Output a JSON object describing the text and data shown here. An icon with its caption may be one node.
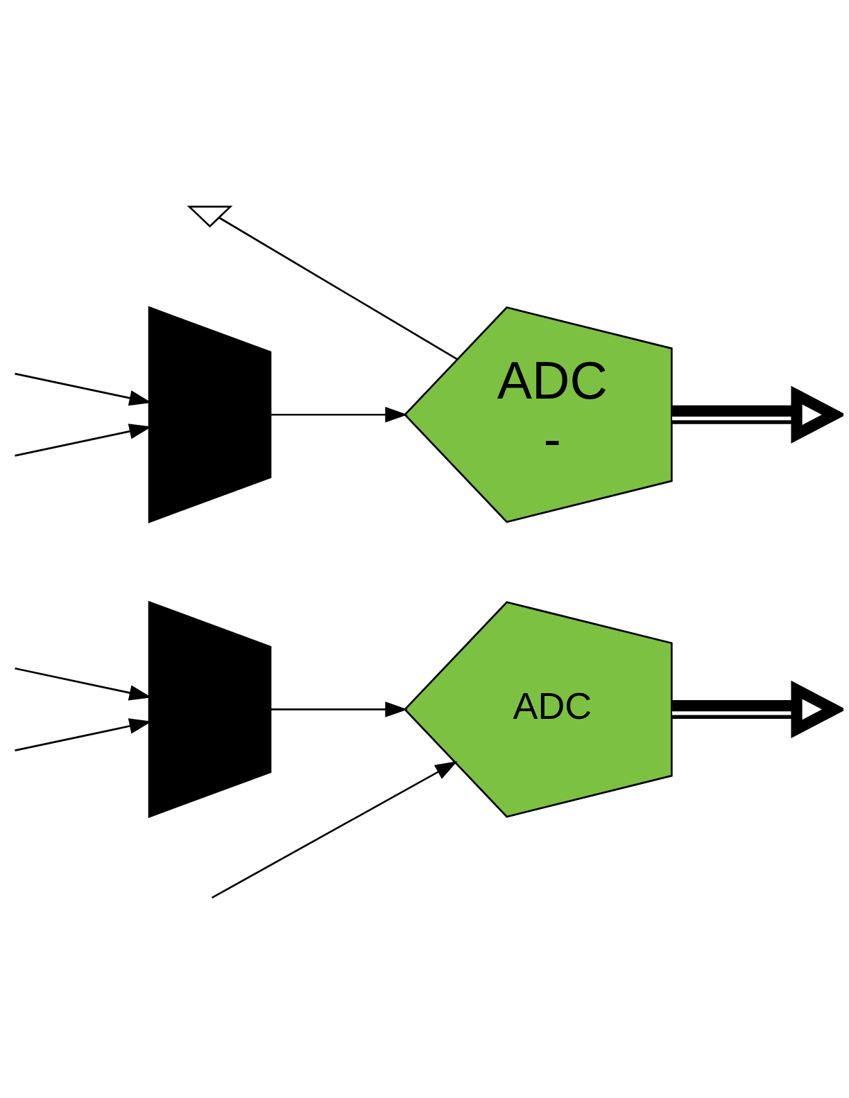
{
  "diagram": {
    "nodes": [
      {
        "text": [],
        "shape": "trapezium"
      },
      {
        "text": [
          "ADC",
          "-"
        ]
      },
      {
        "text": [],
        "shape": "ground"
      },
      {
        "text": [],
        "shape": "trapezium"
      },
      {
        "text": [
          "ADC"
        ]
      }
    ],
    "edges": [
      {
        "from": null,
        "to": 0,
        "arrow": "to"
      },
      {
        "from": null,
        "to": 0,
        "arrow": "to"
      },
      {
        "from": 0,
        "to": 1,
        "arrow": "to"
      },
      {
        "from": 2,
        "to": 1,
        "arrow": "none"
      },
      {
        "from": 1,
        "to": null,
        "arrow": "to",
        "style": "thick"
      },
      {
        "from": null,
        "to": 3,
        "arrow": "to"
      },
      {
        "from": null,
        "to": 3,
        "arrow": "to"
      },
      {
        "from": 3,
        "to": 4,
        "arrow": "to"
      },
      {
        "from": null,
        "to": 4,
        "arrow": "to"
      },
      {
        "from": 4,
        "to": null,
        "arrow": "to",
        "style": "thick"
      }
    ]
  }
}
